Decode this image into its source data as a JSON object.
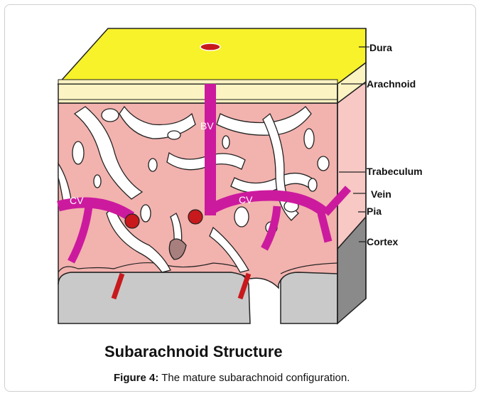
{
  "labels": {
    "dura": "Dura",
    "arachnoid": "Arachnoid",
    "trabeculum": "Trabeculum",
    "vein": "Vein",
    "pia": "Pia",
    "cortex": "Cortex",
    "bv": "BV",
    "cv_left": "CV",
    "cv_right": "CV"
  },
  "title": "Subarachnoid Structure",
  "caption": {
    "prefix": "Figure 4:",
    "text": " The mature subarachnoid configuration."
  },
  "colors": {
    "dura": "#f7f22a",
    "arachnoid": "#fbf3c2",
    "csf_space": "#f2b2ae",
    "trabecula": "#ffffff",
    "vessel": "#cc1a9e",
    "artery_dot": "#c8191d",
    "cortex": "#c9c9c9"
  }
}
